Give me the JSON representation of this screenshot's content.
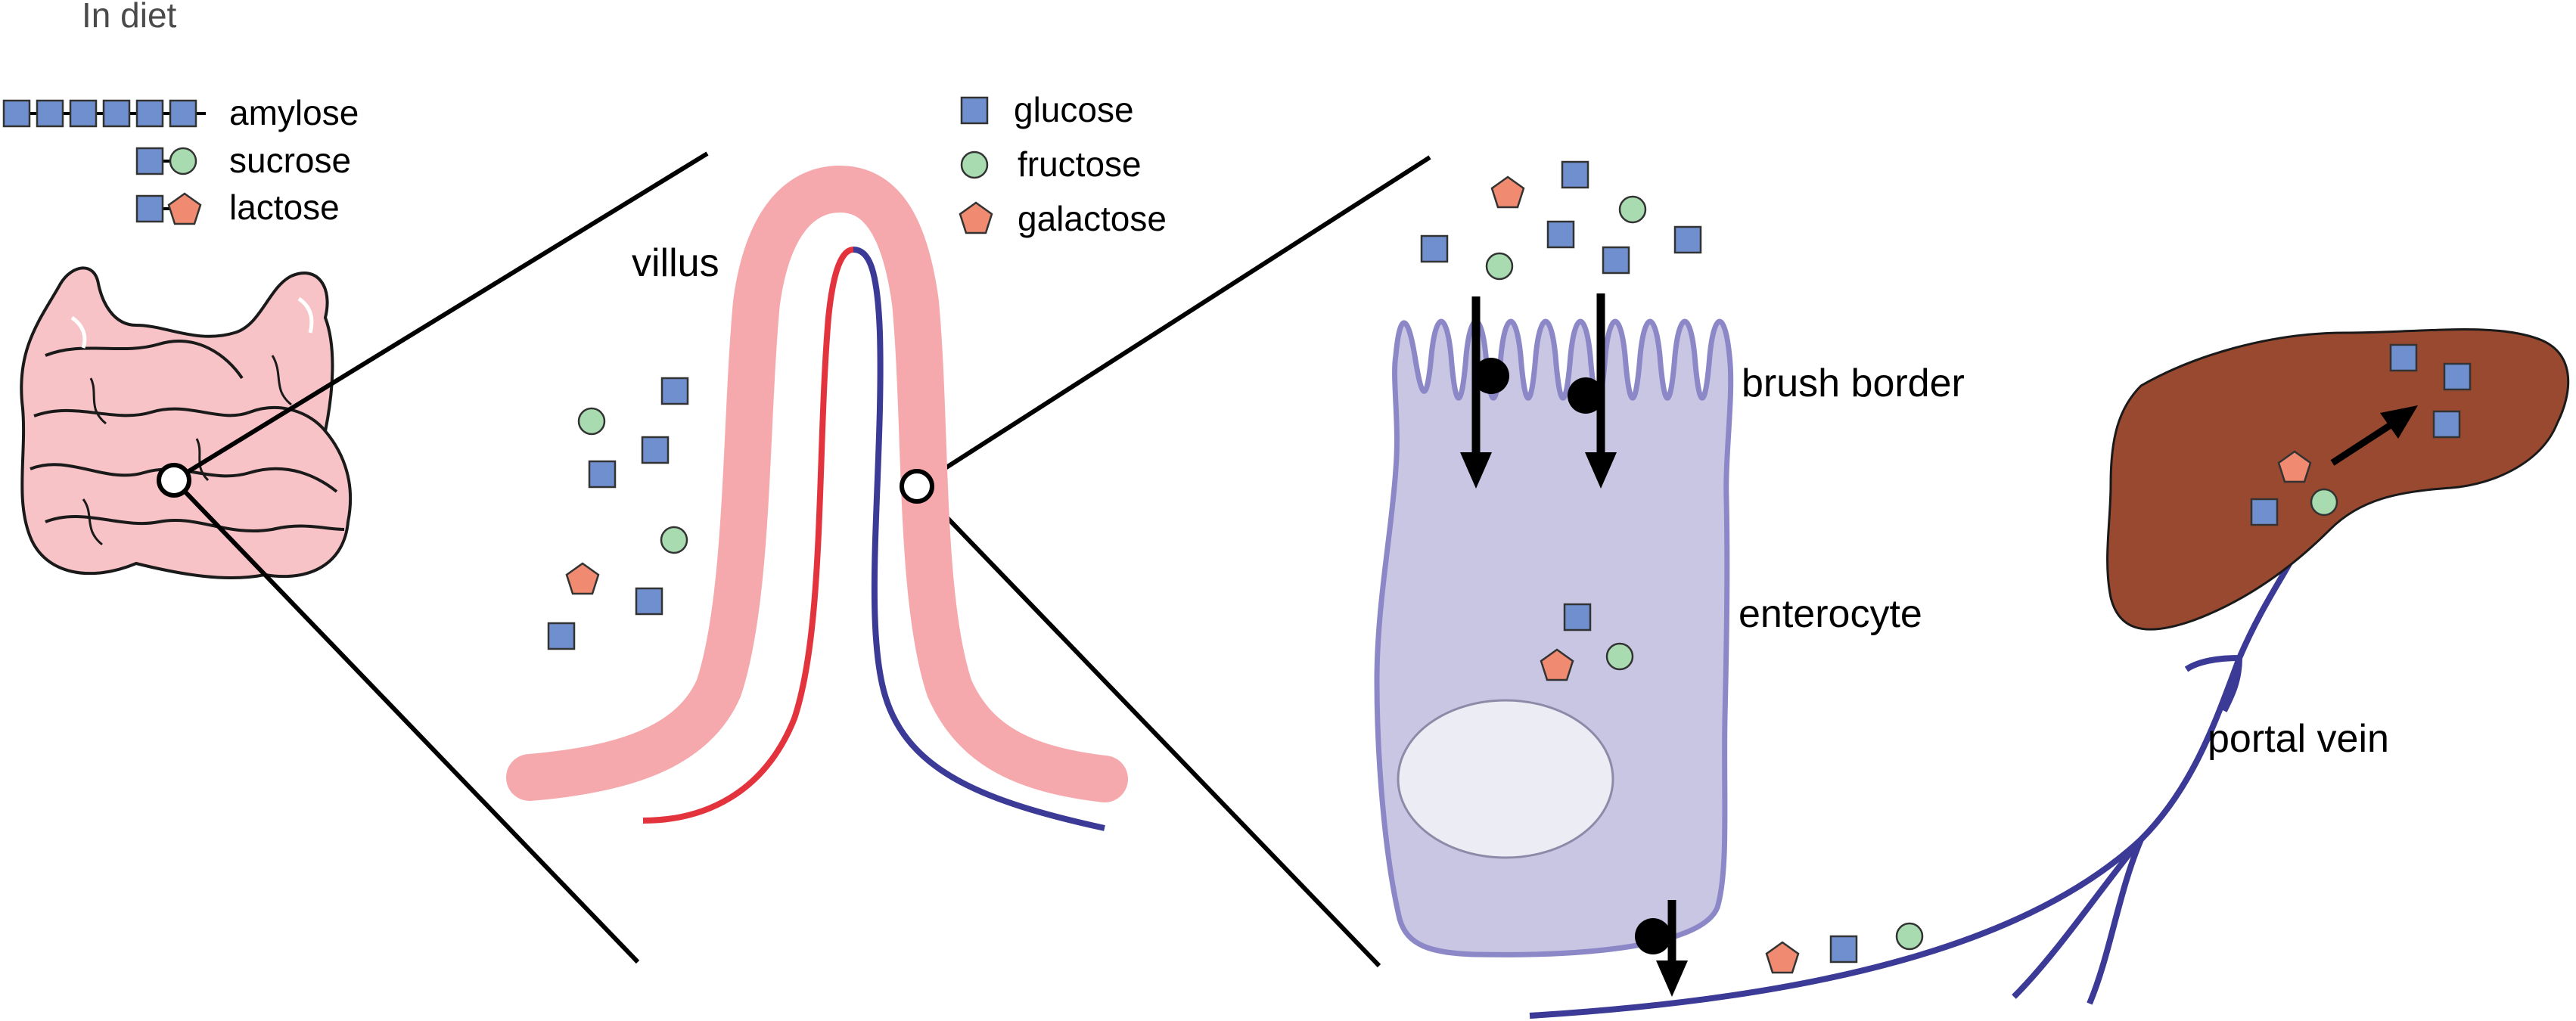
{
  "header": {
    "in_diet": "In diet"
  },
  "legend_diet": {
    "amylose": "amylose",
    "sucrose": "sucrose",
    "lactose": "lactose"
  },
  "legend_monosaccharides": {
    "glucose": "glucose",
    "fructose": "fructose",
    "galactose": "galactose"
  },
  "labels": {
    "villus": "villus",
    "brush_border": "brush border",
    "enterocyte": "enterocyte",
    "portal_vein": "portal vein"
  },
  "colors": {
    "glucose": "#6f8fcf",
    "fructose": "#a8dbb0",
    "galactose": "#f08a70",
    "intestine": "#f7c3c6",
    "villus": "#f5a9ad",
    "artery": "#e3343e",
    "vein": "#3b3a96",
    "enterocyte": "#c9c6e4",
    "enterocyte_edge": "#8c88c8",
    "nucleus": "#ececf5",
    "liver": "#99492f",
    "outline": "#000000"
  }
}
